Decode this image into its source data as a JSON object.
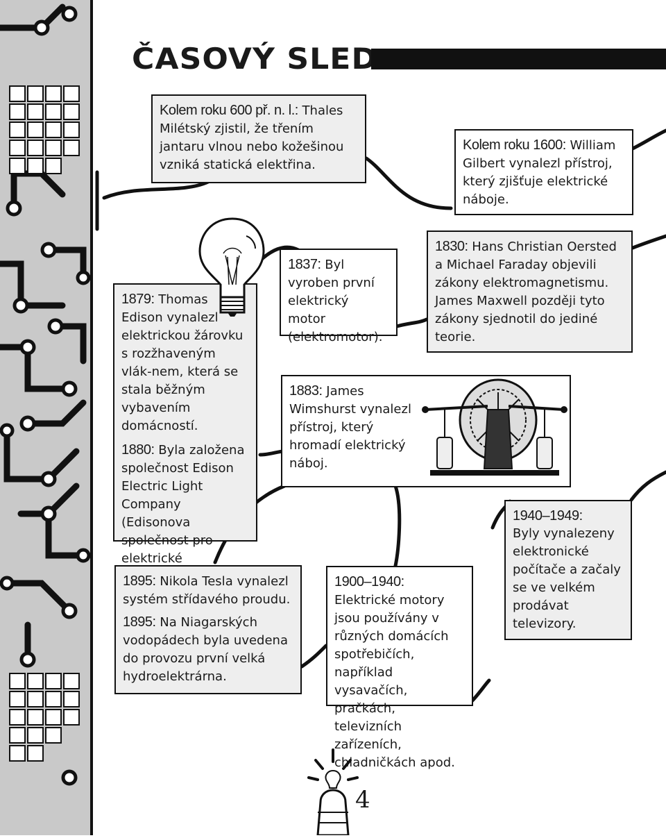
{
  "page": {
    "title": "ČASOVÝ SLED",
    "page_number": "4"
  },
  "timeline": [
    {
      "id": "thales",
      "year": "Kolem roku 600 př. n. l.:",
      "text": " Thales Milétský zjistil, že třením jantaru vlnou nebo kožešinou vzniká statická elektřina."
    },
    {
      "id": "gilbert",
      "year": "Kolem roku 1600:",
      "text": " William Gilbert vynalezl přístroj, který zjišťuje elektrické náboje."
    },
    {
      "id": "oersted",
      "year": "1830:",
      "text": " Hans Christian Oersted a Michael Faraday objevili zákony elektromagnetismu. James Maxwell později tyto zákony sjednotil do jediné teorie."
    },
    {
      "id": "motor",
      "year": "1837:",
      "text": " Byl vyroben první elektrický motor (elektromotor)."
    },
    {
      "id": "edison",
      "year": "1879:",
      "text": " Thomas Edison vynalezl elektrickou žárovku s rozžhaveným vlák-nem, která se stala běžným vybavením domácností."
    },
    {
      "id": "company",
      "year": "1880:",
      "text": " Byla založena společnost Edison Electric Light Company (Edisonova společnost pro elektrické osvětlení)."
    },
    {
      "id": "wimshurst",
      "year": "1883:",
      "text": " James Wimshurst vynalezl přístroj, který hromadí elektrický náboj."
    },
    {
      "id": "tesla",
      "year": "1895:",
      "text": " Nikola Tesla vynalezl systém střídavého proudu."
    },
    {
      "id": "niagara",
      "year": "1895:",
      "text": " Na Niagarských vodopádech byla uvedena do provozu první velká hydroelektrárna."
    },
    {
      "id": "appliances",
      "year": "1900–1940:",
      "text": " Elektrické motory jsou používány v různých domácích spotřebičích, například vysavačích, pračkách, televizních zařízeních, chladničkách apod."
    },
    {
      "id": "computers",
      "year": "1940–1949:",
      "text": "Byly vynalezeny elektronické počítače a začaly se ve velkém prodávat televizory."
    }
  ]
}
